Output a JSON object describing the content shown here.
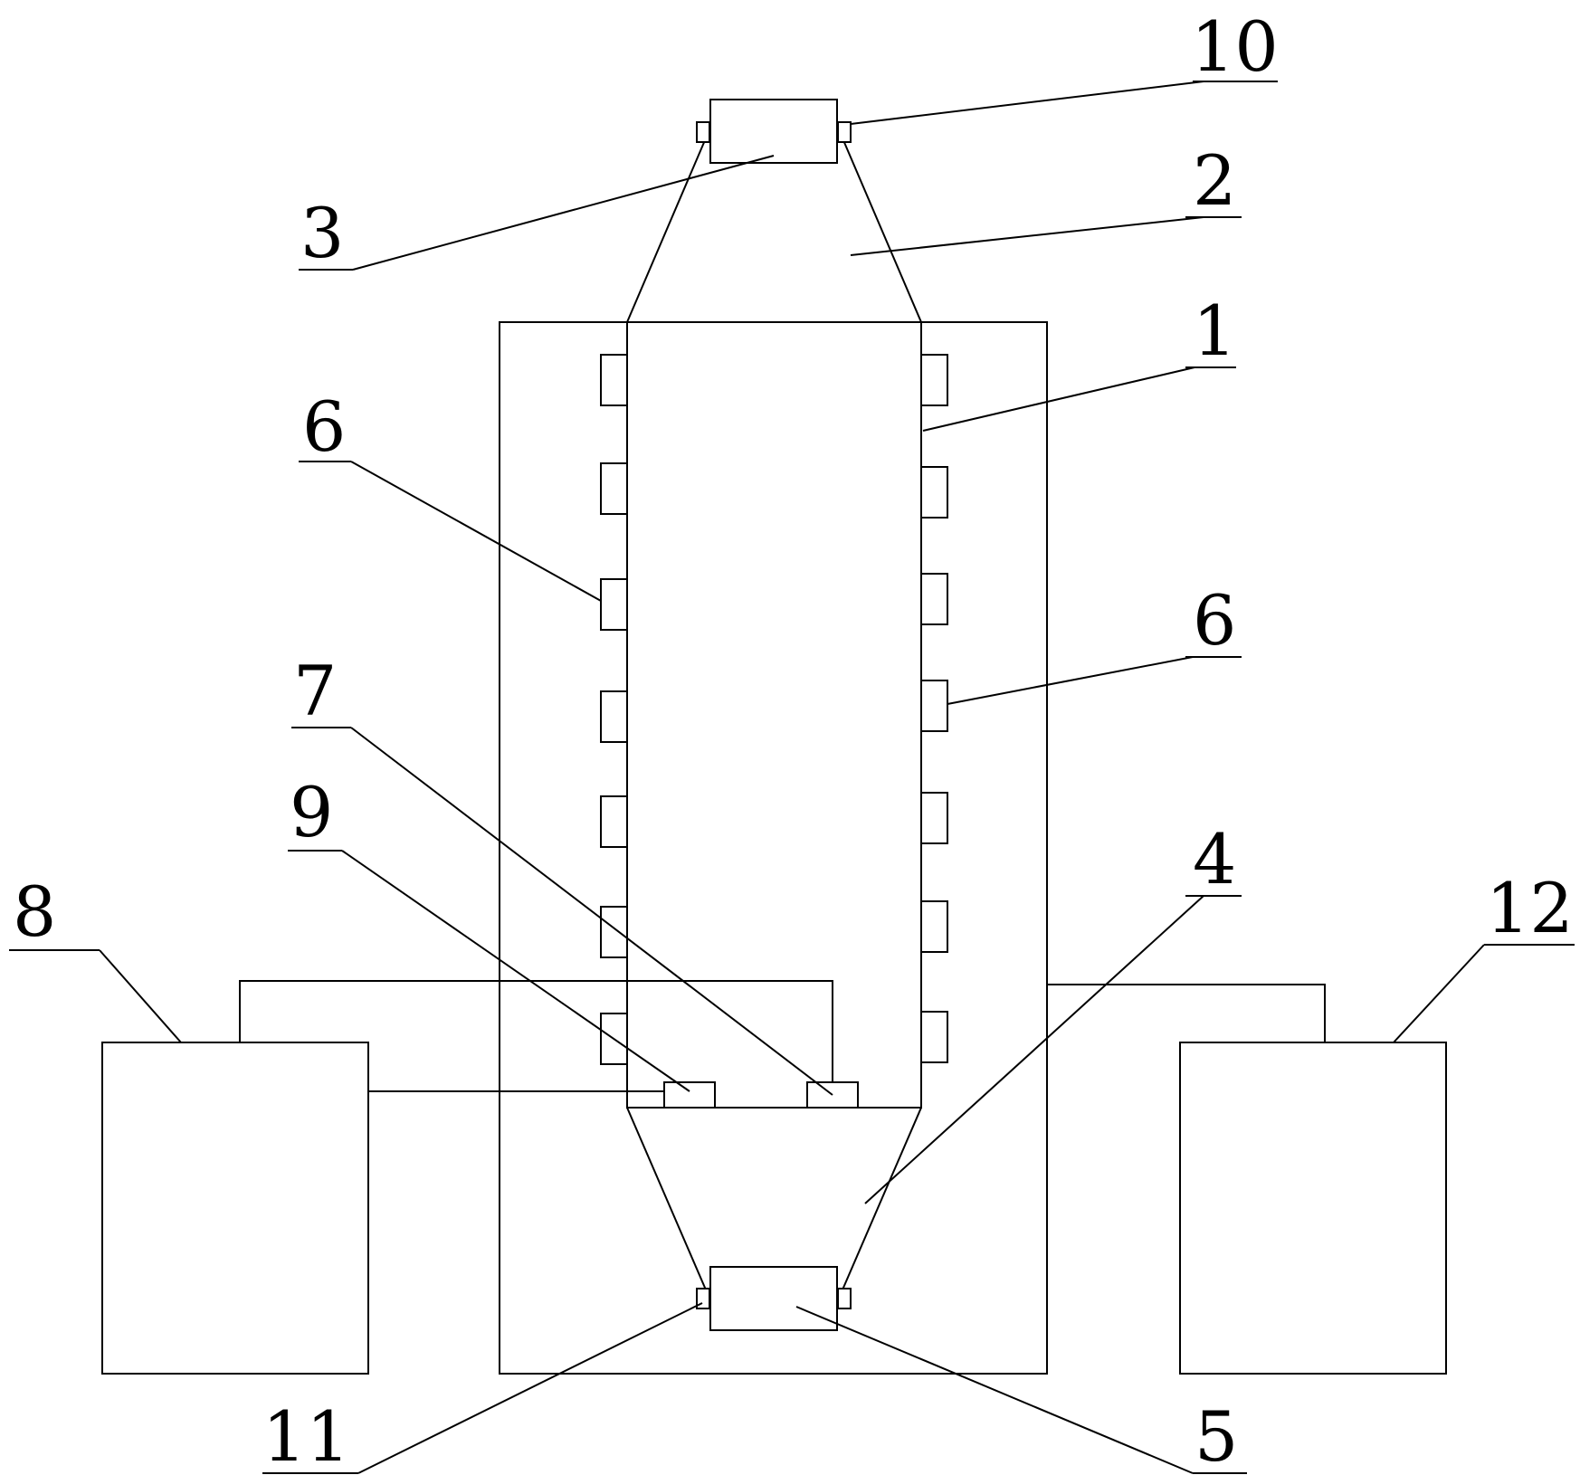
{
  "labels": {
    "l1": "1",
    "l2": "2",
    "l3": "3",
    "l4": "4",
    "l5": "5",
    "l6a": "6",
    "l6b": "6",
    "l7": "7",
    "l8": "8",
    "l9": "9",
    "l10": "10",
    "l11": "11",
    "l12": "12"
  },
  "colors": {
    "stroke": "#000000",
    "background": "#ffffff"
  }
}
